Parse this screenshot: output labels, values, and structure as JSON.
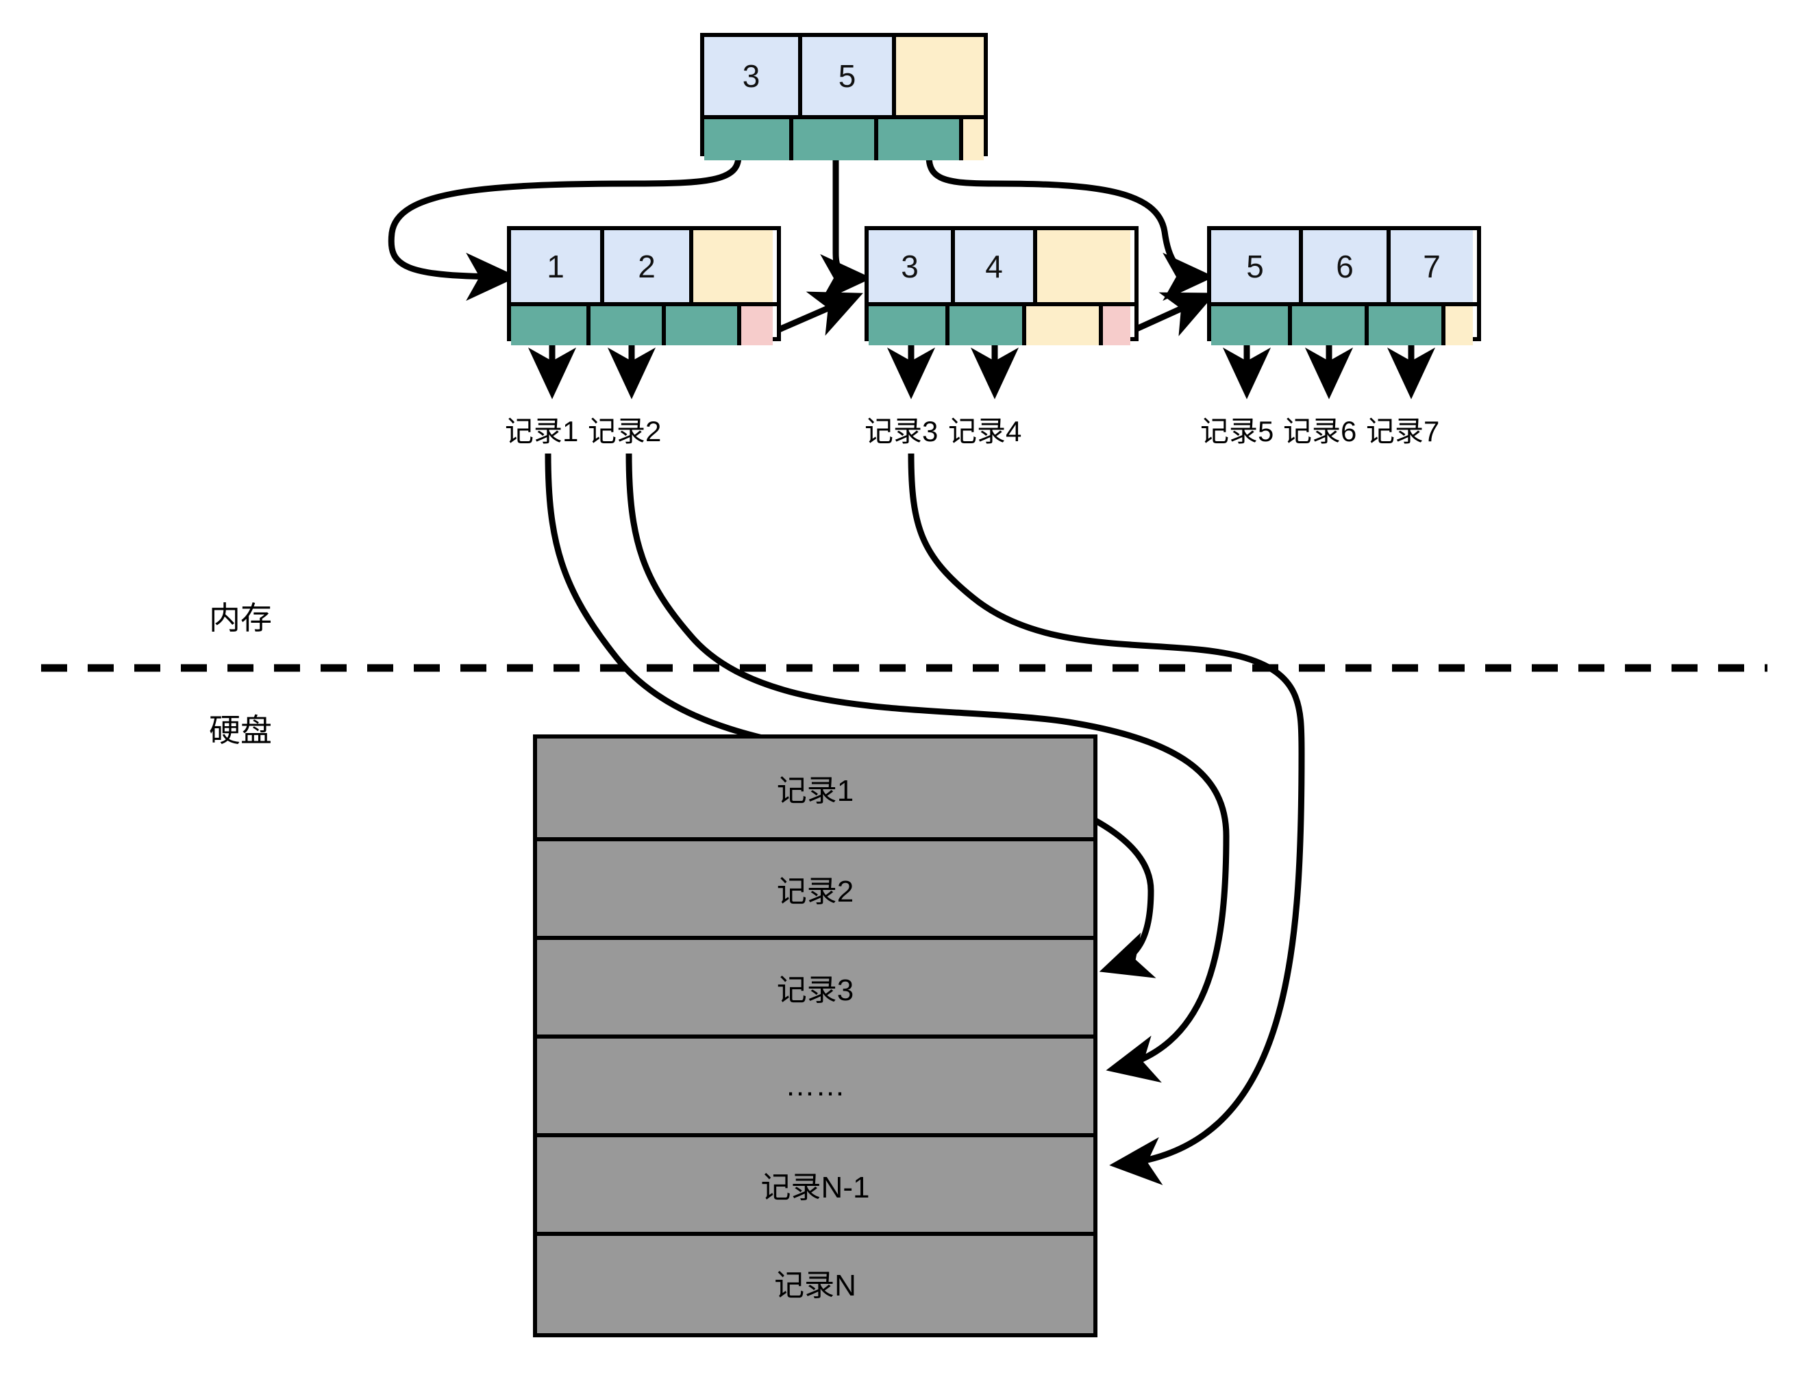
{
  "diagram": {
    "title": "B+ tree index over disk records",
    "colors": {
      "key_cell": "#dae6f8",
      "empty_cell": "#fdeec9",
      "pointer_cell": "#63ad9f",
      "sibling_link_cell": "#f6cccb",
      "disk_block": "#999999",
      "stroke": "#000000",
      "background": "#ffffff"
    }
  },
  "tree": {
    "root": {
      "name": "root-node",
      "keys": [
        "3",
        "5",
        ""
      ],
      "key_fill": [
        "key",
        "key",
        "empty"
      ],
      "pointers": [
        "pointer",
        "pointer",
        "pointer",
        "empty"
      ]
    },
    "leaves": [
      {
        "name": "leaf-node-1",
        "keys": [
          "1",
          "2",
          ""
        ],
        "key_fill": [
          "key",
          "key",
          "empty"
        ],
        "pointers": [
          "pointer",
          "pointer",
          "pointer",
          "sibling"
        ]
      },
      {
        "name": "leaf-node-2",
        "keys": [
          "3",
          "4",
          ""
        ],
        "key_fill": [
          "key",
          "key",
          "empty"
        ],
        "pointers": [
          "pointer",
          "pointer",
          "empty",
          "sibling"
        ]
      },
      {
        "name": "leaf-node-3",
        "keys": [
          "5",
          "6",
          "7"
        ],
        "key_fill": [
          "key",
          "key",
          "key"
        ],
        "pointers": [
          "pointer",
          "pointer",
          "pointer",
          "empty"
        ]
      }
    ]
  },
  "record_labels": [
    {
      "name": "record-label-1",
      "text": "记录1"
    },
    {
      "name": "record-label-2",
      "text": "记录2"
    },
    {
      "name": "record-label-3",
      "text": "记录3"
    },
    {
      "name": "record-label-4",
      "text": "记录4"
    },
    {
      "name": "record-label-5",
      "text": "记录5"
    },
    {
      "name": "record-label-6",
      "text": "记录6"
    },
    {
      "name": "record-label-7",
      "text": "记录7"
    }
  ],
  "sections": {
    "memory_label": "内存",
    "disk_label": "硬盘"
  },
  "disk": {
    "name": "disk-record-table",
    "rows": [
      {
        "label": "记录1"
      },
      {
        "label": "记录2"
      },
      {
        "label": "记录3"
      },
      {
        "label": "……"
      },
      {
        "label": "记录N-1"
      },
      {
        "label": "记录N"
      }
    ]
  }
}
